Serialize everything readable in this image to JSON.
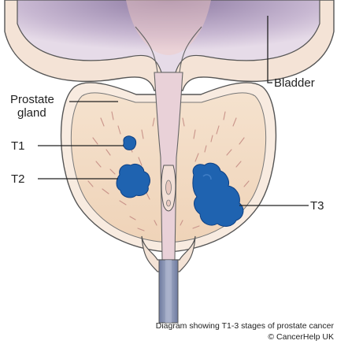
{
  "labels": {
    "bladder": "Bladder",
    "prostate_line1": "Prostate",
    "prostate_line2": "gland",
    "t1": "T1",
    "t2": "T2",
    "t3": "T3"
  },
  "caption": {
    "line1": "Diagram showing T1-3 stages of prostate cancer",
    "line2": "© CancerHelp UK"
  },
  "colors": {
    "gland_fill": "#f3dcc4",
    "gland_outline": "#6b6b6b",
    "bladder_fill": "#b8a8c4",
    "bladder_inner": "#f5dcd0",
    "urethra": "#8893b0",
    "tumour": "#1f63b0",
    "tumour_edge": "#0e3f82"
  }
}
